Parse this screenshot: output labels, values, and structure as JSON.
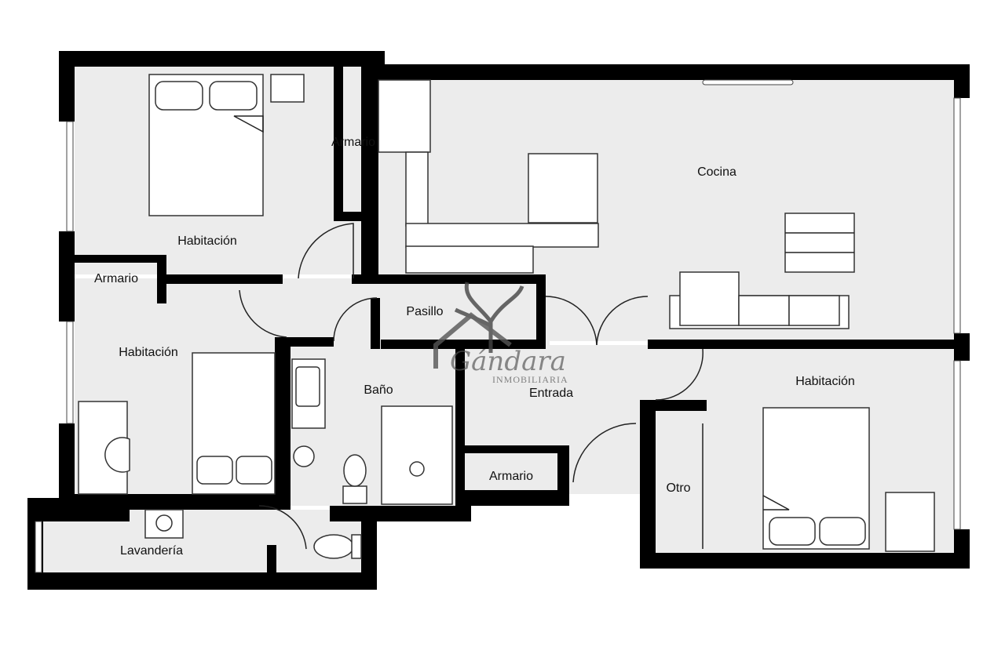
{
  "rooms": {
    "bedroom_top_left": "Habitación",
    "wardrobe_top": "Armario",
    "wardrobe_left": "Armario",
    "bedroom_left": "Habitación",
    "kitchen": "Cocina",
    "hallway": "Pasillo",
    "bathroom": "Baño",
    "entrance": "Entrada",
    "wardrobe_entrance": "Armario",
    "other": "Otro",
    "bedroom_right": "Habitación",
    "laundry": "Lavandería"
  },
  "logo": {
    "name": "Gándara",
    "subtitle": "INMOBILIARIA"
  }
}
